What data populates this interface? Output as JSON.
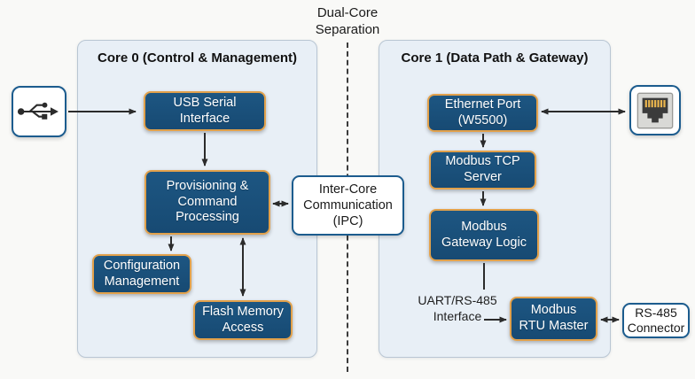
{
  "separator": {
    "label": "Dual-Core Separation"
  },
  "core0": {
    "title": "Core 0 (Control & Management)",
    "nodes": {
      "usb_serial": "USB Serial Interface",
      "provisioning": "Provisioning & Command Processing",
      "config": "Configuration Management",
      "flash": "Flash Memory Access"
    }
  },
  "core1": {
    "title": "Core 1 (Data Path & Gateway)",
    "nodes": {
      "ethernet": "Ethernet Port (W5500)",
      "modbus_tcp": "Modbus TCP Server",
      "gateway": "Modbus Gateway Logic",
      "rtu_master": "Modbus RTU Master"
    }
  },
  "ipc": {
    "label": "Inter-Core Communication (IPC)"
  },
  "labels": {
    "uart_interface": "UART/RS-485 Interface",
    "rs485_connector": "RS-485 Connector"
  },
  "icons": {
    "usb": "usb-icon",
    "ethernet_jack": "ethernet-jack-icon"
  },
  "colors": {
    "background": "#f9f9f7",
    "container_fill": "#e8eff6",
    "container_border": "#b9c6d3",
    "node_fill": "#1d5682",
    "node_border": "#e2a14b",
    "node_text": "#ffffff",
    "io_border": "#1c5c8e",
    "arrow": "#2b2b2b",
    "text_dark": "#1a1a1a",
    "pin_yellow": "#eab54e",
    "jack_gray": "#d9d9d6",
    "jack_dark": "#3b3b3b"
  }
}
